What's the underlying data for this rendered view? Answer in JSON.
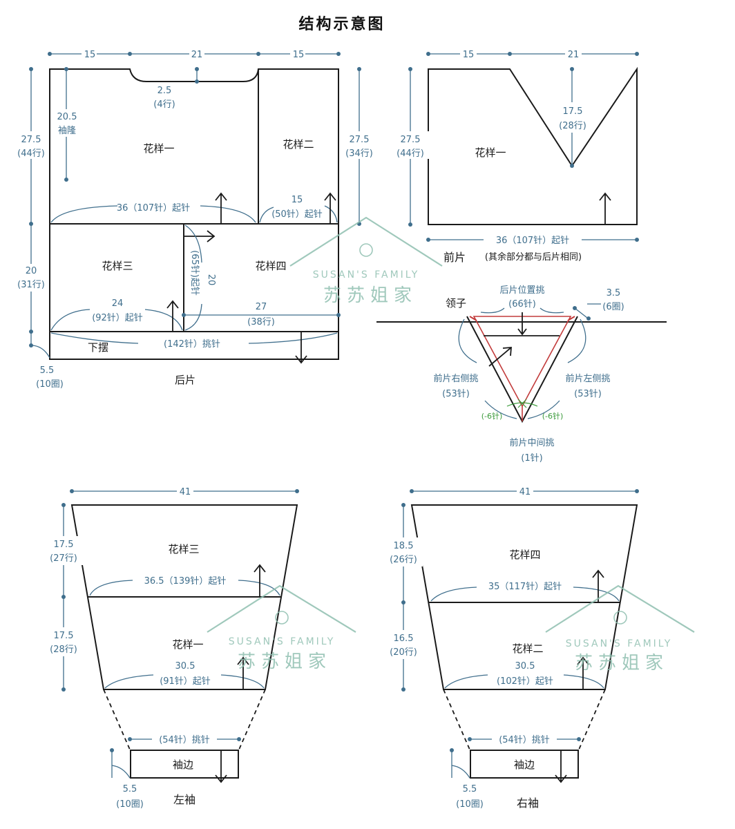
{
  "title": "结构示意图",
  "back": {
    "label": "后片",
    "w_left": "15",
    "w_mid": "21",
    "w_right": "15",
    "neck_depth": "2.5",
    "neck_rows": "(4行)",
    "armhole_depth": "20.5",
    "armhole_label": "袖隆",
    "upper_h": "27.5",
    "upper_rows": "(44行)",
    "right_h": "27.5",
    "right_rows": "(34行)",
    "lower_h": "20",
    "lower_rows": "(31行)",
    "pattern1": "花样一",
    "pattern2": "花样二",
    "pattern3": "花样三",
    "pattern4": "花样四",
    "cast1": "36（107针）起针",
    "cast2_num": "15",
    "cast2": "(50针）起针",
    "cast3_num": "24",
    "cast3": "(92针）起针",
    "cast4_vert": "20",
    "cast4_vert_sts": "(65针)起针",
    "cast4_num": "27",
    "cast4_rows": "(38行)",
    "hem_pick": "(142针）挑针",
    "hem_label": "下摆",
    "hem_h": "5.5",
    "hem_rounds": "(10圈)"
  },
  "front": {
    "label": "前片",
    "note": "(其余部分都与后片相同)",
    "w_left": "15",
    "w_right": "21",
    "v_depth": "17.5",
    "v_rows": "(28行)",
    "h": "27.5",
    "h_rows": "(44行)",
    "pattern": "花样一",
    "cast": "36（107针）起针"
  },
  "collar": {
    "label": "领子",
    "back_pick": "后片位置挑",
    "back_pick_sts": "(66针)",
    "rounds_h": "3.5",
    "rounds": "(6圈)",
    "right_pick": "前片右侧挑",
    "right_sts": "(53针)",
    "left_pick": "前片左侧挑",
    "left_sts": "(53针)",
    "dec_left": "(-6针)",
    "dec_right": "(-6针)",
    "mid_pick": "前片中间挑",
    "mid_sts": "(1针)"
  },
  "left_sleeve": {
    "label": "左袖",
    "width": "41",
    "h1": "17.5",
    "h1_rows": "(27行)",
    "h2": "17.5",
    "h2_rows": "(28行)",
    "pattern_top": "花样三",
    "pattern_bottom": "花样一",
    "cast1": "36.5（139针）起针",
    "cast2_num": "30.5",
    "cast2": "(91针）起针",
    "pick": "(54针）挑针",
    "cuff": "袖边",
    "cuff_h": "5.5",
    "cuff_rounds": "(10圈)"
  },
  "right_sleeve": {
    "label": "右袖",
    "width": "41",
    "h1": "18.5",
    "h1_rows": "(26行)",
    "h2": "16.5",
    "h2_rows": "(20行)",
    "pattern_top": "花样四",
    "pattern_bottom": "花样二",
    "cast1": "35（117针）起针",
    "cast2_num": "30.5",
    "cast2": "(102针）起针",
    "pick": "(54针）挑针",
    "cuff": "袖边",
    "cuff_h": "5.5",
    "cuff_rounds": "(10圈)"
  },
  "watermark": {
    "en": "SUSAN'S FAMILY",
    "cn": "苏苏姐家"
  },
  "colors": {
    "ink": "#1a1a1a",
    "dim": "#3f6e8c",
    "collar": "#c23b3b",
    "decrease": "#3a9a3a",
    "watermark": "#8fbfb0"
  }
}
